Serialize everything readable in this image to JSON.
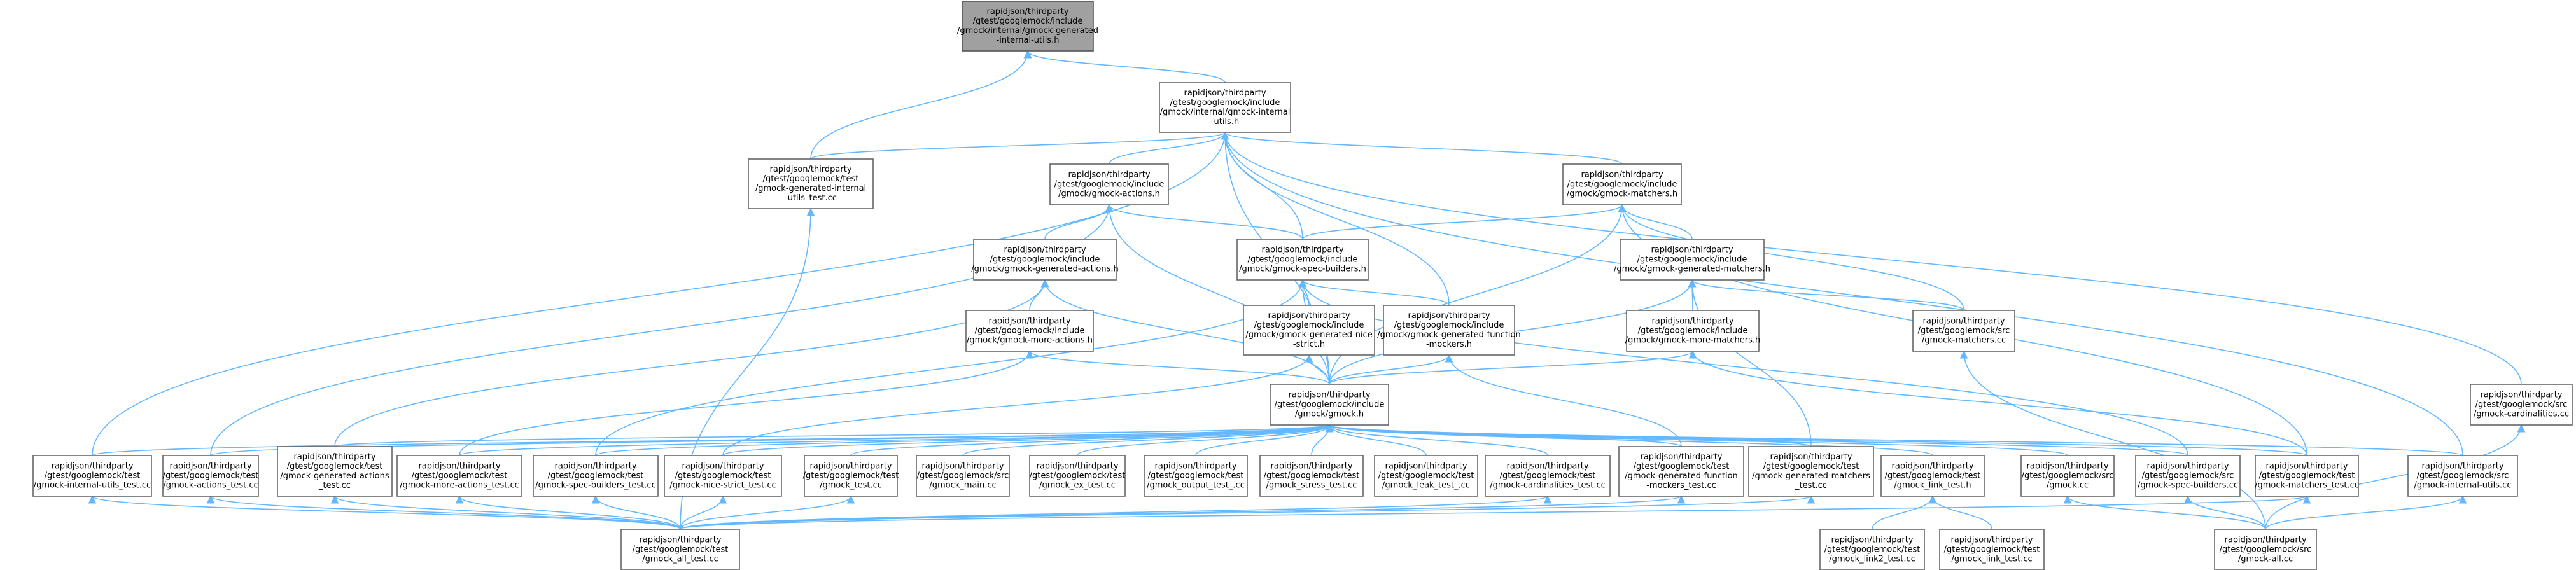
{
  "graph": {
    "type": "include-dependency-graph",
    "colors": {
      "node_fill": "#ffffff",
      "root_fill": "#a0a0a0",
      "node_border": "#666666",
      "edge": "#63b8ff"
    },
    "nodes": [
      {
        "id": "root",
        "lines": [
          "rapidjson/thirdparty",
          "/gtest/googlemock/include",
          "/gmock/internal/gmock-generated",
          "-internal-utils.h"
        ]
      },
      {
        "id": "internal_utils_h",
        "lines": [
          "rapidjson/thirdparty",
          "/gtest/googlemock/include",
          "/gmock/internal/gmock-internal",
          "-utils.h"
        ]
      },
      {
        "id": "gen_internal_utils_test",
        "lines": [
          "rapidjson/thirdparty",
          "/gtest/googlemock/test",
          "/gmock-generated-internal",
          "-utils_test.cc"
        ]
      },
      {
        "id": "actions_h",
        "lines": [
          "rapidjson/thirdparty",
          "/gtest/googlemock/include",
          "/gmock/gmock-actions.h"
        ]
      },
      {
        "id": "matchers_h",
        "lines": [
          "rapidjson/thirdparty",
          "/gtest/googlemock/include",
          "/gmock/gmock-matchers.h"
        ]
      },
      {
        "id": "gen_actions_h",
        "lines": [
          "rapidjson/thirdparty",
          "/gtest/googlemock/include",
          "/gmock/gmock-generated-actions.h"
        ]
      },
      {
        "id": "spec_builders_h",
        "lines": [
          "rapidjson/thirdparty",
          "/gtest/googlemock/include",
          "/gmock/gmock-spec-builders.h"
        ]
      },
      {
        "id": "gen_matchers_h",
        "lines": [
          "rapidjson/thirdparty",
          "/gtest/googlemock/include",
          "/gmock/gmock-generated-matchers.h"
        ]
      },
      {
        "id": "more_actions_h",
        "lines": [
          "rapidjson/thirdparty",
          "/gtest/googlemock/include",
          "/gmock/gmock-more-actions.h"
        ]
      },
      {
        "id": "gen_nice_strict_h",
        "lines": [
          "rapidjson/thirdparty",
          "/gtest/googlemock/include",
          "/gmock/gmock-generated-nice",
          "-strict.h"
        ]
      },
      {
        "id": "gen_function_mockers_h",
        "lines": [
          "rapidjson/thirdparty",
          "/gtest/googlemock/include",
          "/gmock/gmock-generated-function",
          "-mockers.h"
        ]
      },
      {
        "id": "more_matchers_h",
        "lines": [
          "rapidjson/thirdparty",
          "/gtest/googlemock/include",
          "/gmock/gmock-more-matchers.h"
        ]
      },
      {
        "id": "matchers_cc",
        "lines": [
          "rapidjson/thirdparty",
          "/gtest/googlemock/src",
          "/gmock-matchers.cc"
        ]
      },
      {
        "id": "cardinalities_cc",
        "lines": [
          "rapidjson/thirdparty",
          "/gtest/googlemock/src",
          "/gmock-cardinalities.cc"
        ]
      },
      {
        "id": "gmock_h",
        "lines": [
          "rapidjson/thirdparty",
          "/gtest/googlemock/include",
          "/gmock/gmock.h"
        ]
      },
      {
        "id": "internal_utils_test",
        "lines": [
          "rapidjson/thirdparty",
          "/gtest/googlemock/test",
          "/gmock-internal-utils_test.cc"
        ]
      },
      {
        "id": "actions_test",
        "lines": [
          "rapidjson/thirdparty",
          "/gtest/googlemock/test",
          "/gmock-actions_test.cc"
        ]
      },
      {
        "id": "gen_actions_test",
        "lines": [
          "rapidjson/thirdparty",
          "/gtest/googlemock/test",
          "/gmock-generated-actions",
          "_test.cc"
        ]
      },
      {
        "id": "more_actions_test",
        "lines": [
          "rapidjson/thirdparty",
          "/gtest/googlemock/test",
          "/gmock-more-actions_test.cc"
        ]
      },
      {
        "id": "spec_builders_test",
        "lines": [
          "rapidjson/thirdparty",
          "/gtest/googlemock/test",
          "/gmock-spec-builders_test.cc"
        ]
      },
      {
        "id": "nice_strict_test",
        "lines": [
          "rapidjson/thirdparty",
          "/gtest/googlemock/test",
          "/gmock-nice-strict_test.cc"
        ]
      },
      {
        "id": "gmock_test",
        "lines": [
          "rapidjson/thirdparty",
          "/gtest/googlemock/test",
          "/gmock_test.cc"
        ]
      },
      {
        "id": "gmock_main",
        "lines": [
          "rapidjson/thirdparty",
          "/gtest/googlemock/src",
          "/gmock_main.cc"
        ]
      },
      {
        "id": "ex_test",
        "lines": [
          "rapidjson/thirdparty",
          "/gtest/googlemock/test",
          "/gmock_ex_test.cc"
        ]
      },
      {
        "id": "output_test",
        "lines": [
          "rapidjson/thirdparty",
          "/gtest/googlemock/test",
          "/gmock_output_test_.cc"
        ]
      },
      {
        "id": "stress_test",
        "lines": [
          "rapidjson/thirdparty",
          "/gtest/googlemock/test",
          "/gmock_stress_test.cc"
        ]
      },
      {
        "id": "leak_test",
        "lines": [
          "rapidjson/thirdparty",
          "/gtest/googlemock/test",
          "/gmock_leak_test_.cc"
        ]
      },
      {
        "id": "cardinalities_test",
        "lines": [
          "rapidjson/thirdparty",
          "/gtest/googlemock/test",
          "/gmock-cardinalities_test.cc"
        ]
      },
      {
        "id": "gen_function_mockers_test",
        "lines": [
          "rapidjson/thirdparty",
          "/gtest/googlemock/test",
          "/gmock-generated-function",
          "-mockers_test.cc"
        ]
      },
      {
        "id": "gen_matchers_test",
        "lines": [
          "rapidjson/thirdparty",
          "/gtest/googlemock/test",
          "/gmock-generated-matchers",
          "_test.cc"
        ]
      },
      {
        "id": "link_test_h",
        "lines": [
          "rapidjson/thirdparty",
          "/gtest/googlemock/test",
          "/gmock_link_test.h"
        ]
      },
      {
        "id": "gmock_cc",
        "lines": [
          "rapidjson/thirdparty",
          "/gtest/googlemock/src",
          "/gmock.cc"
        ]
      },
      {
        "id": "spec_builders_cc",
        "lines": [
          "rapidjson/thirdparty",
          "/gtest/googlemock/src",
          "/gmock-spec-builders.cc"
        ]
      },
      {
        "id": "matchers_test",
        "lines": [
          "rapidjson/thirdparty",
          "/gtest/googlemock/test",
          "/gmock-matchers_test.cc"
        ]
      },
      {
        "id": "internal_utils_cc",
        "lines": [
          "rapidjson/thirdparty",
          "/gtest/googlemock/src",
          "/gmock-internal-utils.cc"
        ]
      },
      {
        "id": "all_test",
        "lines": [
          "rapidjson/thirdparty",
          "/gtest/googlemock/test",
          "/gmock_all_test.cc"
        ]
      },
      {
        "id": "link2_test",
        "lines": [
          "rapidjson/thirdparty",
          "/gtest/googlemock/test",
          "/gmock_link2_test.cc"
        ]
      },
      {
        "id": "link_test",
        "lines": [
          "rapidjson/thirdparty",
          "/gtest/googlemock/test",
          "/gmock_link_test.cc"
        ]
      },
      {
        "id": "gmock_all",
        "lines": [
          "rapidjson/thirdparty",
          "/gtest/googlemock/src",
          "/gmock-all.cc"
        ]
      }
    ],
    "edges": [
      [
        "gen_internal_utils_test",
        "root"
      ],
      [
        "internal_utils_h",
        "root"
      ],
      [
        "gen_internal_utils_test",
        "internal_utils_h"
      ],
      [
        "actions_h",
        "internal_utils_h"
      ],
      [
        "matchers_h",
        "internal_utils_h"
      ],
      [
        "spec_builders_h",
        "internal_utils_h"
      ],
      [
        "gen_function_mockers_h",
        "internal_utils_h"
      ],
      [
        "gmock_h",
        "internal_utils_h"
      ],
      [
        "internal_utils_test",
        "internal_utils_h"
      ],
      [
        "internal_utils_cc",
        "internal_utils_h"
      ],
      [
        "cardinalities_cc",
        "internal_utils_h"
      ],
      [
        "gen_actions_h",
        "actions_h"
      ],
      [
        "spec_builders_h",
        "actions_h"
      ],
      [
        "gmock_h",
        "actions_h"
      ],
      [
        "actions_test",
        "actions_h"
      ],
      [
        "spec_builders_h",
        "matchers_h"
      ],
      [
        "gen_matchers_h",
        "matchers_h"
      ],
      [
        "matchers_cc",
        "matchers_h"
      ],
      [
        "gmock_h",
        "matchers_h"
      ],
      [
        "matchers_test",
        "matchers_h"
      ],
      [
        "more_actions_h",
        "gen_actions_h"
      ],
      [
        "gmock_h",
        "gen_actions_h"
      ],
      [
        "gen_actions_test",
        "gen_actions_h"
      ],
      [
        "gen_nice_strict_h",
        "spec_builders_h"
      ],
      [
        "gen_function_mockers_h",
        "spec_builders_h"
      ],
      [
        "gmock_h",
        "spec_builders_h"
      ],
      [
        "spec_builders_cc",
        "spec_builders_h"
      ],
      [
        "spec_builders_test",
        "spec_builders_h"
      ],
      [
        "more_matchers_h",
        "gen_matchers_h"
      ],
      [
        "matchers_cc",
        "gen_matchers_h"
      ],
      [
        "gmock_h",
        "gen_matchers_h"
      ],
      [
        "gen_matchers_test",
        "gen_matchers_h"
      ],
      [
        "gmock_h",
        "more_actions_h"
      ],
      [
        "more_actions_test",
        "more_actions_h"
      ],
      [
        "gmock_h",
        "gen_nice_strict_h"
      ],
      [
        "nice_strict_test",
        "gen_nice_strict_h"
      ],
      [
        "gmock_h",
        "gen_function_mockers_h"
      ],
      [
        "gen_function_mockers_test",
        "gen_function_mockers_h"
      ],
      [
        "gmock_h",
        "more_matchers_h"
      ],
      [
        "matchers_test",
        "more_matchers_h"
      ],
      [
        "gmock_all",
        "matchers_cc"
      ],
      [
        "gmock_all",
        "cardinalities_cc"
      ],
      [
        "internal_utils_test",
        "gmock_h"
      ],
      [
        "actions_test",
        "gmock_h"
      ],
      [
        "gen_actions_test",
        "gmock_h"
      ],
      [
        "more_actions_test",
        "gmock_h"
      ],
      [
        "spec_builders_test",
        "gmock_h"
      ],
      [
        "nice_strict_test",
        "gmock_h"
      ],
      [
        "gmock_test",
        "gmock_h"
      ],
      [
        "gmock_main",
        "gmock_h"
      ],
      [
        "ex_test",
        "gmock_h"
      ],
      [
        "output_test",
        "gmock_h"
      ],
      [
        "stress_test",
        "gmock_h"
      ],
      [
        "leak_test",
        "gmock_h"
      ],
      [
        "cardinalities_test",
        "gmock_h"
      ],
      [
        "gen_function_mockers_test",
        "gmock_h"
      ],
      [
        "gen_matchers_test",
        "gmock_h"
      ],
      [
        "link_test_h",
        "gmock_h"
      ],
      [
        "gmock_cc",
        "gmock_h"
      ],
      [
        "spec_builders_cc",
        "gmock_h"
      ],
      [
        "matchers_test",
        "gmock_h"
      ],
      [
        "internal_utils_cc",
        "gmock_h"
      ],
      [
        "all_test",
        "gen_internal_utils_test"
      ],
      [
        "all_test",
        "internal_utils_test"
      ],
      [
        "all_test",
        "actions_test"
      ],
      [
        "all_test",
        "gen_actions_test"
      ],
      [
        "all_test",
        "more_actions_test"
      ],
      [
        "all_test",
        "spec_builders_test"
      ],
      [
        "all_test",
        "nice_strict_test"
      ],
      [
        "all_test",
        "gmock_test"
      ],
      [
        "all_test",
        "cardinalities_test"
      ],
      [
        "all_test",
        "gen_function_mockers_test"
      ],
      [
        "all_test",
        "gen_matchers_test"
      ],
      [
        "all_test",
        "matchers_test"
      ],
      [
        "link2_test",
        "link_test_h"
      ],
      [
        "link_test",
        "link_test_h"
      ],
      [
        "gmock_all",
        "gmock_cc"
      ],
      [
        "gmock_all",
        "spec_builders_cc"
      ],
      [
        "gmock_all",
        "internal_utils_cc"
      ]
    ]
  }
}
